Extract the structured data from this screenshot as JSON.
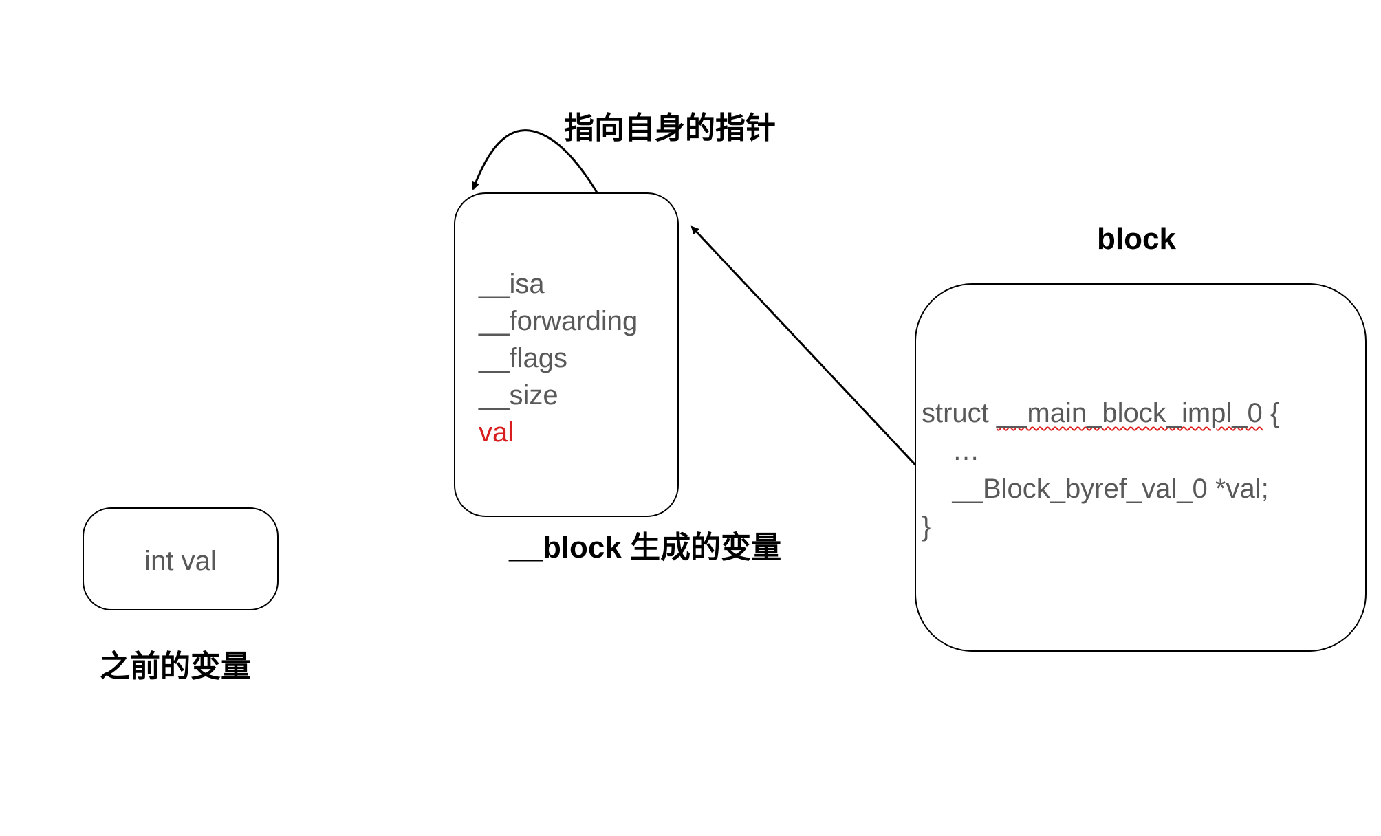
{
  "boxes": {
    "prev_var": {
      "text": "int val"
    },
    "byref_struct": {
      "fields": [
        "__isa",
        "__forwarding",
        "__flags",
        "__size",
        "val"
      ],
      "highlight_field": "val",
      "highlight_color": "#d81e1e"
    },
    "block": {
      "code": {
        "line1_prefix": "struct ",
        "line1_name": "__main_block_impl_0",
        "line1_suffix": " {",
        "line2": "    …",
        "line3": "    __Block_byref_val_0 *val;",
        "line4": "}"
      }
    }
  },
  "labels": {
    "prev_var": "之前的变量",
    "byref_struct": "__block 生成的变量",
    "self_pointer": "指向自身的指针",
    "block": "block"
  },
  "colors": {
    "text_gray": "#595959",
    "stroke": "#000000",
    "squiggle": "#e02020"
  },
  "arrows": [
    {
      "from": "byref_struct.__forwarding",
      "to": "byref_struct",
      "meaning": "self pointer"
    },
    {
      "from": "block.val",
      "to": "byref_struct"
    }
  ]
}
